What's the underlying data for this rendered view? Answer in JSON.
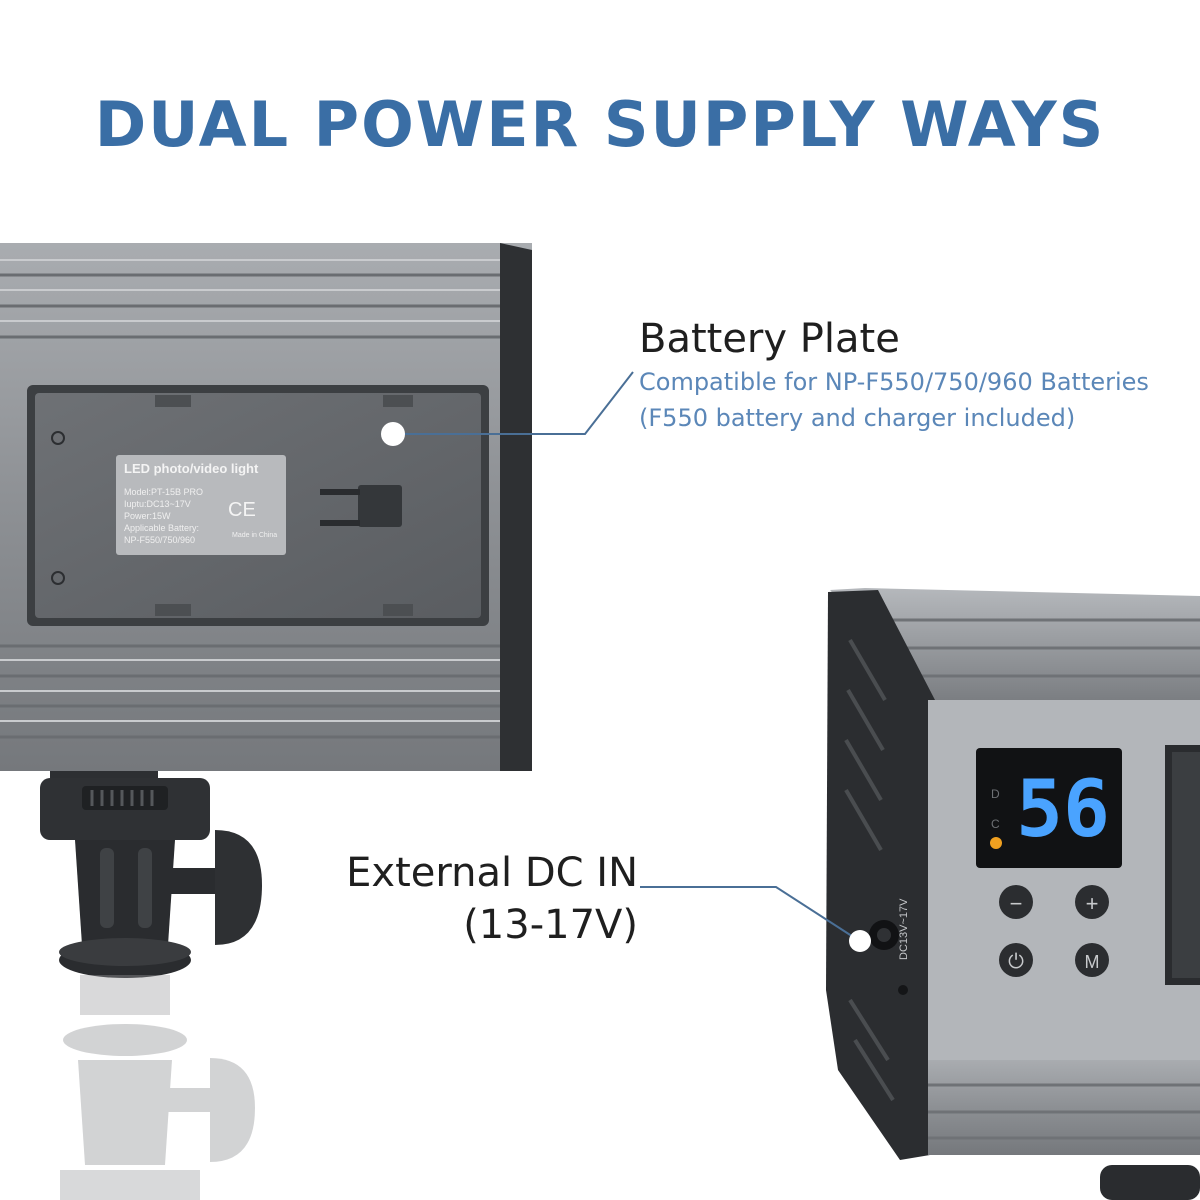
{
  "headline": "DUAL POWER SUPPLY WAYS",
  "battery_callout": {
    "title": "Battery Plate",
    "line1": "Compatible for NP-F550/750/960 Batteries",
    "line2": "(F550 battery and charger included)"
  },
  "dc_callout": {
    "line1": "External DC IN",
    "line2": "(13-17V)"
  },
  "product_label": {
    "heading": "LED photo/video light",
    "lines": [
      "Model:PT-15B PRO",
      "Iuptu:DC13~17V",
      "Power:15W",
      "Applicable Battery:",
      "NP-F550/750/960"
    ],
    "mark": "CE",
    "origin": "Made in China"
  },
  "display": {
    "value": "56",
    "mode_letters": [
      "D",
      "C"
    ]
  },
  "buttons": {
    "minus": "−",
    "plus": "+",
    "power": "⏻",
    "mode": "M"
  },
  "side_print": "DC13V~17V",
  "colors": {
    "headline": "#3a6ea5",
    "callout_sub": "#5b87b8",
    "leader_line": "#4a6f96",
    "led_digits": "#4aa3ff",
    "housing": "#8a8d91"
  }
}
